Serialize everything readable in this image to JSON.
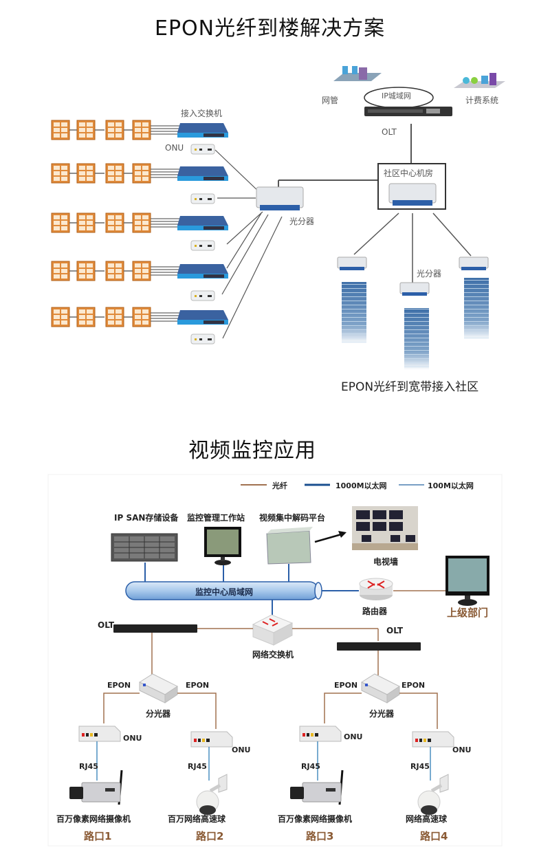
{
  "section1": {
    "title": "EPON光纤到楼解决方案",
    "labels": {
      "netmgmt": "网管",
      "ip_metro": "IP城域网",
      "billing": "计费系统",
      "olt": "OLT",
      "access_switch": "接入交换机",
      "onu": "ONU",
      "splitter_left": "光分器",
      "community_room": "社区中心机房",
      "splitter_mid": "光分器",
      "subtitle": "EPON光纤到宽带接入社区"
    },
    "building_rows": 5,
    "towers": 3
  },
  "section2": {
    "title": "视频监控应用",
    "legend": [
      {
        "label": "光纤",
        "color": "#a0714f"
      },
      {
        "label": "1000M以太网",
        "color": "#1a4f8f"
      },
      {
        "label": "100M以太网",
        "color": "#4a7fb0"
      }
    ],
    "labels": {
      "ipsan": "IP SAN存储设备",
      "workstation": "监控管理工作站",
      "decoder": "视频集中解码平台",
      "tvwall": "电视墙",
      "lan": "监控中心局域网",
      "router": "路由器",
      "upper_dept": "上级部门",
      "olt_left": "OLT",
      "olt_right": "OLT",
      "switch": "网络交换机",
      "epon": "EPON",
      "splitter": "分光器",
      "onu": "ONU",
      "rj45": "RJ45"
    },
    "endpoints": [
      {
        "device": "百万像素网络摄像机",
        "route": "路口1",
        "type": "box-camera"
      },
      {
        "device": "百万网络高速球",
        "route": "路口2",
        "type": "dome-camera"
      },
      {
        "device": "百万像素网络摄像机",
        "route": "路口3",
        "type": "box-camera"
      },
      {
        "device": "网络高速球",
        "route": "路口4",
        "type": "dome-camera"
      }
    ],
    "colors": {
      "fiber": "#a0714f",
      "eth1000": "#1a4f8f",
      "eth100": "#4a8fc0",
      "route_label": "#8a5a34"
    }
  }
}
